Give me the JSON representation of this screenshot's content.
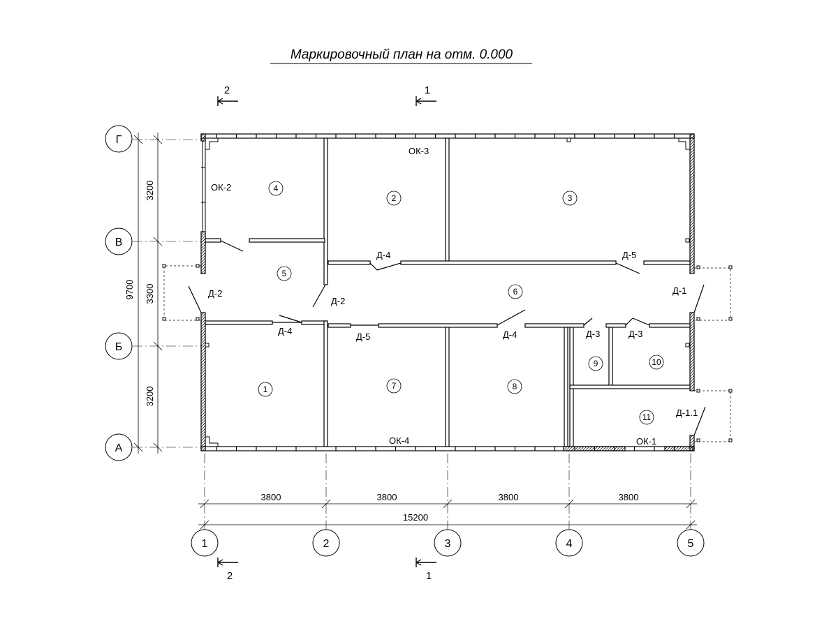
{
  "title": "Маркировочный план на отм. 0.000",
  "grid_axes": {
    "horizontal": [
      "1",
      "2",
      "3",
      "4",
      "5"
    ],
    "vertical": [
      "Г",
      "В",
      "Б",
      "А"
    ]
  },
  "dimensions": {
    "bays": [
      "3800",
      "3800",
      "3800",
      "3800"
    ],
    "overall_x": "15200",
    "spans_y": [
      "3200",
      "3300",
      "3200"
    ],
    "overall_y": "9700"
  },
  "sections": [
    {
      "mark": "2"
    },
    {
      "mark": "1"
    },
    {
      "mark": "2"
    },
    {
      "mark": "1"
    }
  ],
  "rooms": [
    "1",
    "2",
    "3",
    "4",
    "5",
    "6",
    "7",
    "8",
    "9",
    "10",
    "11"
  ],
  "window_labels": [
    "ОК-2",
    "ОК-3",
    "ОК-4",
    "ОК-1"
  ],
  "door_labels": [
    "Д-2",
    "Д-4",
    "Д-2",
    "Д-4",
    "Д-5",
    "Д-5",
    "Д-4",
    "Д-3",
    "Д-3",
    "Д-1",
    "Д-1.1"
  ]
}
